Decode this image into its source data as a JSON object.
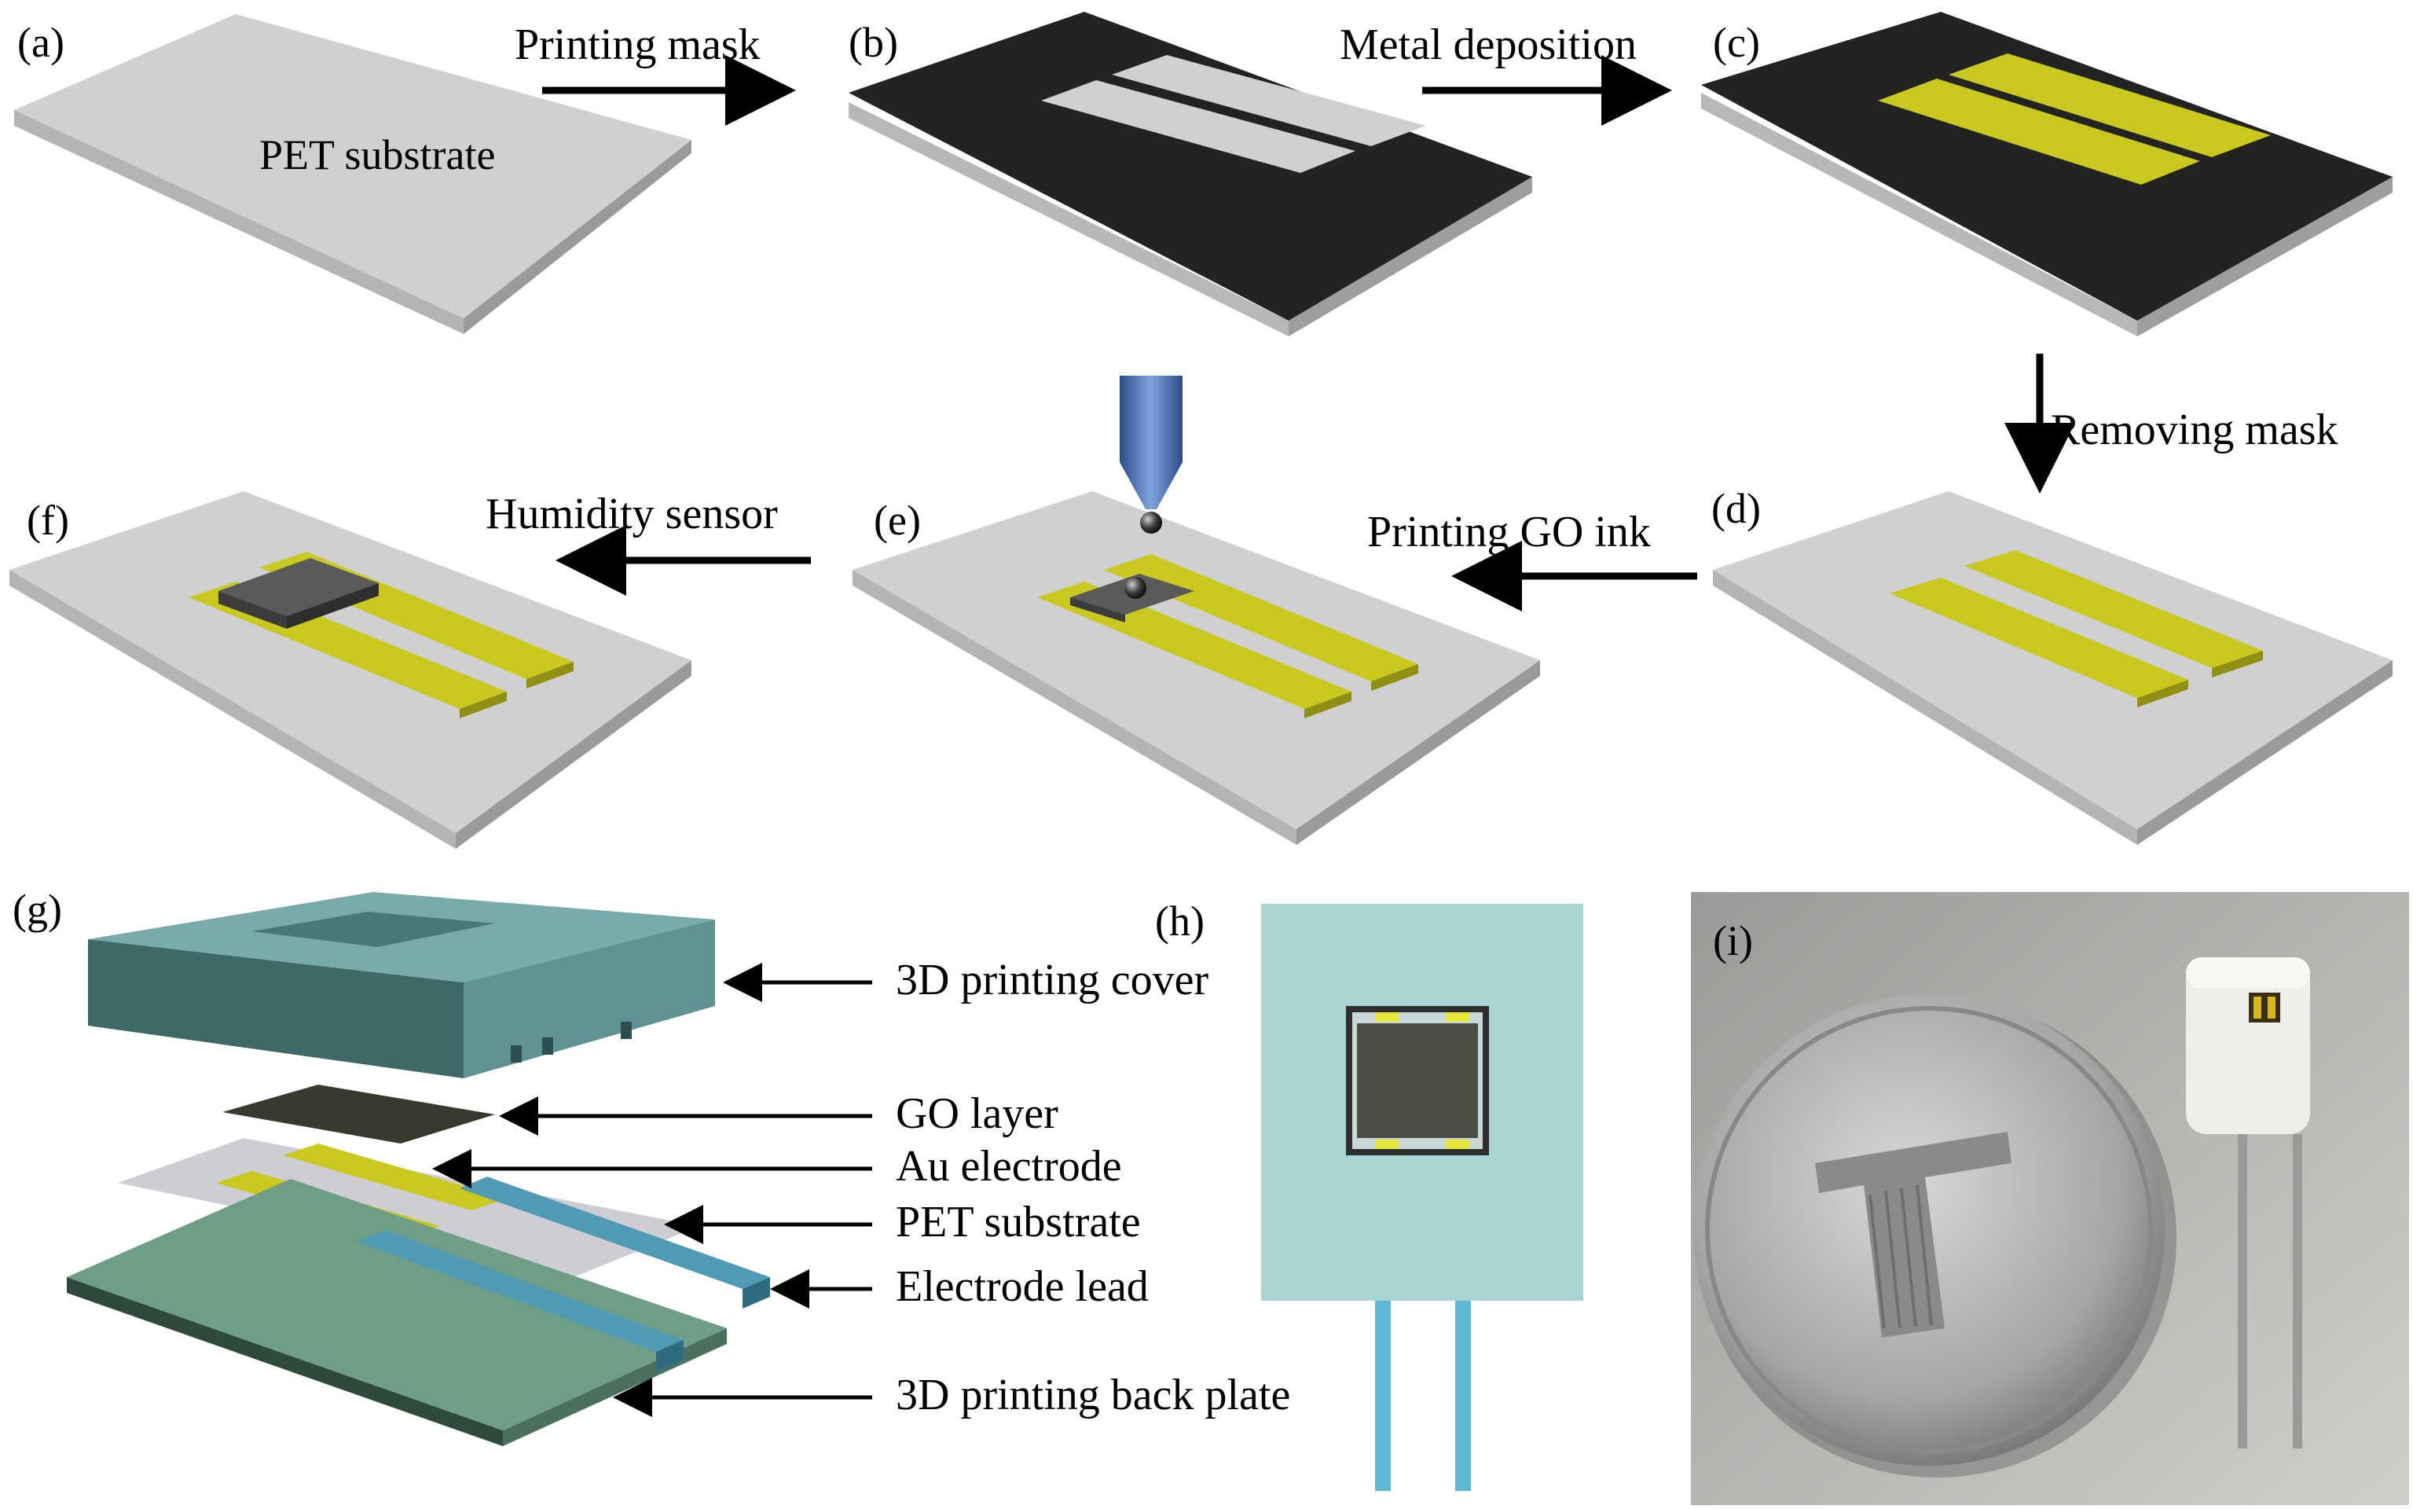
{
  "panels": {
    "a": "(a)",
    "b": "(b)",
    "c": "(c)",
    "d": "(d)",
    "e": "(e)",
    "f": "(f)",
    "g": "(g)",
    "h": "(h)",
    "i": "(i)"
  },
  "steps": {
    "printing_mask": "Printing mask",
    "metal_deposition": "Metal deposition",
    "removing_mask": "Removing mask",
    "printing_go_ink": "Printing GO ink",
    "humidity_sensor": "Humidity sensor"
  },
  "substrate_label": "PET substrate",
  "exploded": {
    "cover": "3D printing cover",
    "go_layer": "GO layer",
    "au_electrode": "Au electrode",
    "pet_substrate": "PET substrate",
    "electrode_lead": "Electrode lead",
    "back_plate": "3D printing back plate"
  },
  "colors": {
    "substrate": "#d0d0d2",
    "mask": "#232323",
    "gold": "#c8c81e",
    "go": "#5a5a5a",
    "cover": "#5f9393",
    "back_plate": "#6e9e85",
    "lead": "#4f9bb5",
    "sensor_body": "#a8d4d4"
  }
}
